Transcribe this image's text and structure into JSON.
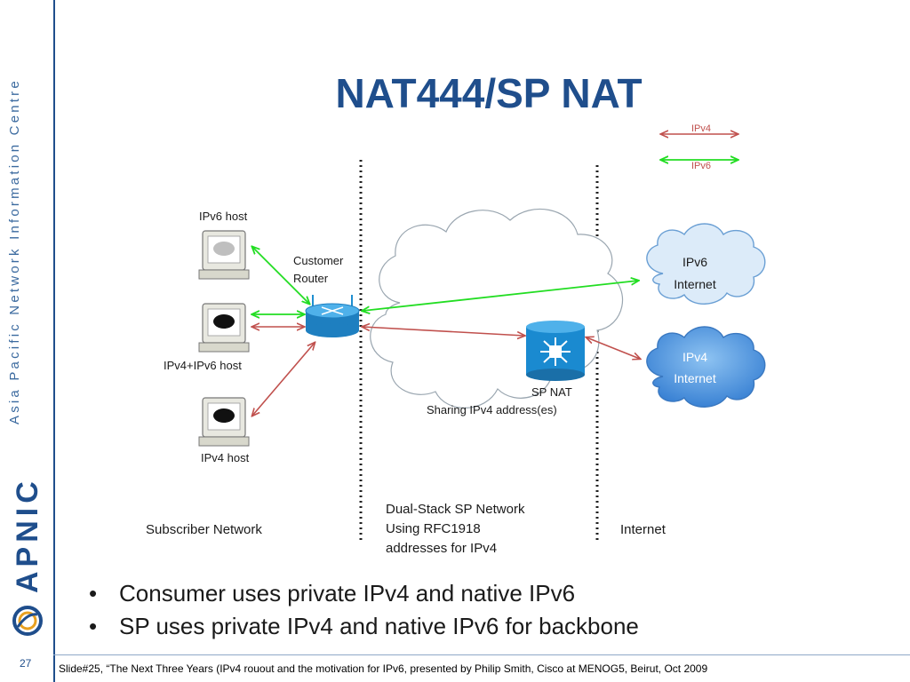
{
  "sidebar": {
    "org_name": "Asia Pacific Network Information Centre",
    "brand": "APNIC",
    "slide_number": "27"
  },
  "title": "NAT444/SP NAT",
  "diagram": {
    "legend": {
      "ipv4": "IPv4",
      "ipv6": "IPv6"
    },
    "hosts": {
      "ipv6": "IPv6 host",
      "dual": "IPv4+IPv6 host",
      "ipv4": "IPv4 host"
    },
    "customer_router": [
      "Customer",
      "Router"
    ],
    "sp_nat": [
      "SP NAT",
      "Sharing IPv4 address(es)"
    ],
    "clouds": {
      "ipv6_internet": [
        "IPv6",
        "Internet"
      ],
      "ipv4_internet": [
        "IPv4",
        "Internet"
      ]
    },
    "zones": {
      "subscriber": "Subscriber Network",
      "sp": [
        "Dual-Stack SP Network",
        "Using RFC1918",
        "addresses for IPv4"
      ],
      "internet": "Internet"
    },
    "colors": {
      "ipv4": "#c0504d",
      "ipv6": "#22dd22",
      "router": "#1f8fd0",
      "cloud_blue": "#4a90d9"
    }
  },
  "bullets": [
    "Consumer uses private IPv4 and native IPv6",
    "SP uses private IPv4 and native IPv6 for backbone"
  ],
  "footnote": "Slide#25, “The Next Three Years (IPv4 rouout and the motivation for IPv6, presented by Philip Smith, Cisco at MENOG5, Beirut, Oct 2009"
}
